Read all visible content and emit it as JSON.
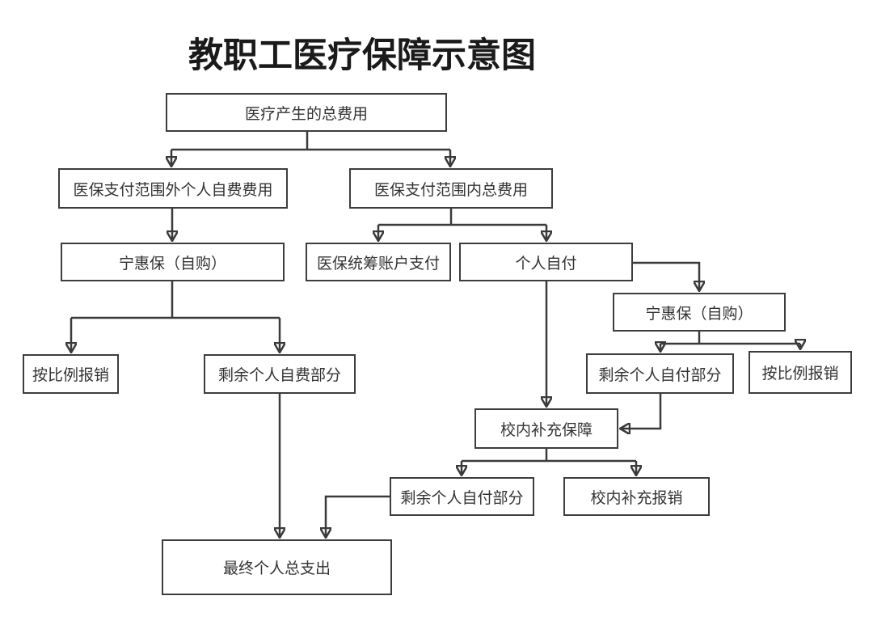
{
  "title": "教职工医疗保障示意图",
  "flowchart": {
    "nodes": {
      "total_cost": "医疗产生的总费用",
      "outside_scope": "医保支付范围外个人自费费用",
      "inside_scope": "医保支付范围内总费用",
      "ninghuibao_left": "宁惠保（自购）",
      "pooled_account": "医保统筹账户支付",
      "self_pay": "个人自付",
      "ninghuibao_right": "宁惠保（自购）",
      "proportional_left": "按比例报销",
      "remaining_self_fee": "剩余个人自费部分",
      "remaining_self_pay_right": "剩余个人自付部分",
      "proportional_right": "按比例报销",
      "campus_supplement": "校内补充保障",
      "remaining_self_pay_bottom": "剩余个人自付部分",
      "campus_reimburse": "校内补充报销",
      "final_total": "最终个人总支出"
    },
    "colors": {
      "line": "#3a3a3a",
      "box_border": "#3d3d3d",
      "text": "#333333",
      "title": "#1a1a1a",
      "background": "#ffffff"
    }
  }
}
